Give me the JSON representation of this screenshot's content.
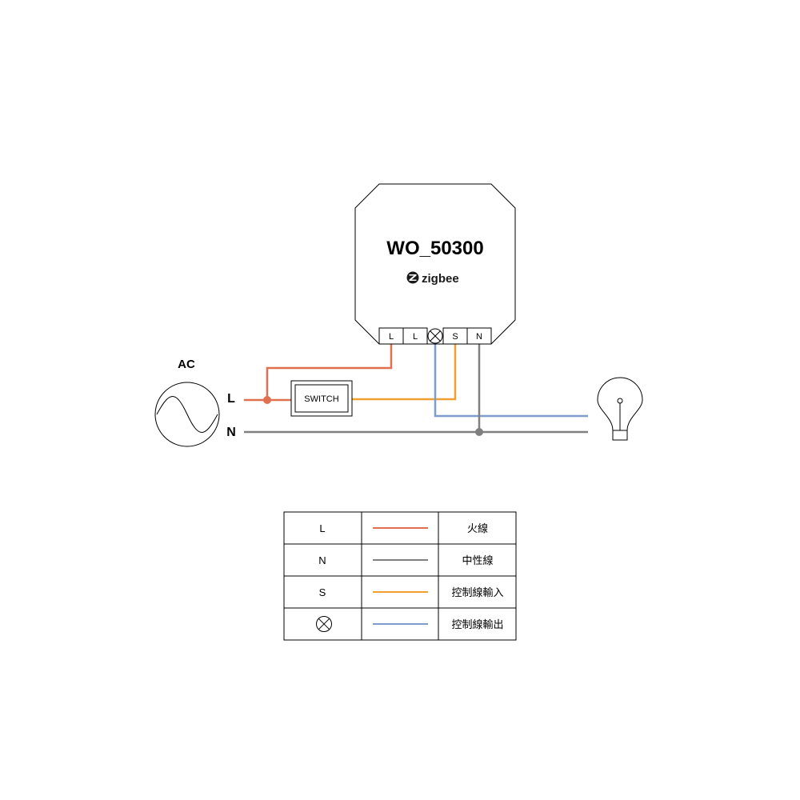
{
  "device": {
    "title": "WO_50300",
    "brand": "zigbee",
    "terminals": [
      "L",
      "L",
      "",
      "S",
      "N"
    ]
  },
  "source": {
    "label": "AC",
    "line_label": "L",
    "neutral_label": "N"
  },
  "switch": {
    "label": "SWITCH"
  },
  "colors": {
    "live": "#e07050",
    "neutral": "#808080",
    "control_in": "#f0a030",
    "control_out": "#7e9ccc"
  },
  "legend": [
    {
      "symbol": "L",
      "color": "#e07050",
      "meaning": "火線"
    },
    {
      "symbol": "N",
      "color": "#808080",
      "meaning": "中性線"
    },
    {
      "symbol": "S",
      "color": "#f0a030",
      "meaning": "控制線輸入"
    },
    {
      "symbol": "",
      "color": "#7e9ccc",
      "meaning": "控制線輸出"
    }
  ]
}
